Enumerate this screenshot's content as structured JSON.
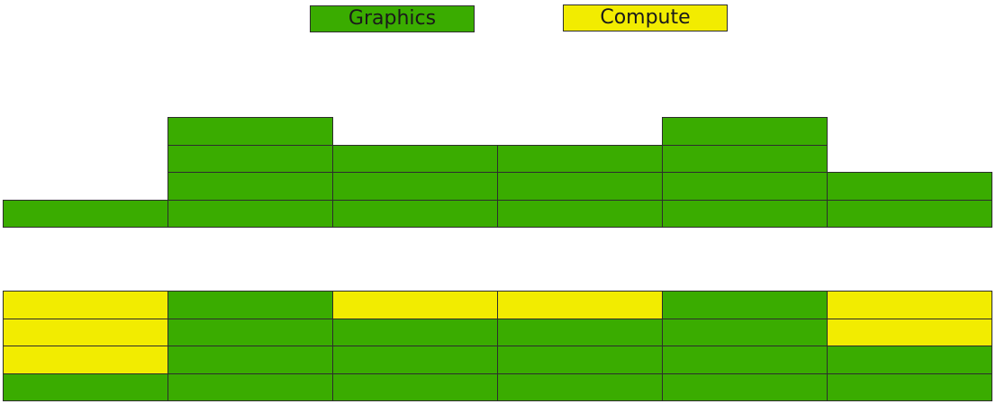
{
  "colors": {
    "graphics": "#3aac00",
    "compute": "#f2ec00",
    "border": "#2d2d2d"
  },
  "legend": [
    {
      "key": "graphics",
      "label": "Graphics"
    },
    {
      "key": "compute",
      "label": "Compute"
    }
  ],
  "top_row": {
    "description_hidden": "",
    "columns": [
      [
        "graphics"
      ],
      [
        "graphics",
        "graphics",
        "graphics",
        "graphics"
      ],
      [
        "graphics",
        "graphics",
        "graphics"
      ],
      [
        "graphics",
        "graphics",
        "graphics"
      ],
      [
        "graphics",
        "graphics",
        "graphics",
        "graphics"
      ],
      [
        "graphics",
        "graphics"
      ]
    ]
  },
  "bottom_row": {
    "columns": [
      [
        "graphics",
        "compute",
        "compute",
        "compute"
      ],
      [
        "graphics",
        "graphics",
        "graphics",
        "graphics"
      ],
      [
        "graphics",
        "graphics",
        "graphics",
        "compute"
      ],
      [
        "graphics",
        "graphics",
        "graphics",
        "compute"
      ],
      [
        "graphics",
        "graphics",
        "graphics",
        "graphics"
      ],
      [
        "graphics",
        "graphics",
        "compute",
        "compute"
      ]
    ]
  }
}
